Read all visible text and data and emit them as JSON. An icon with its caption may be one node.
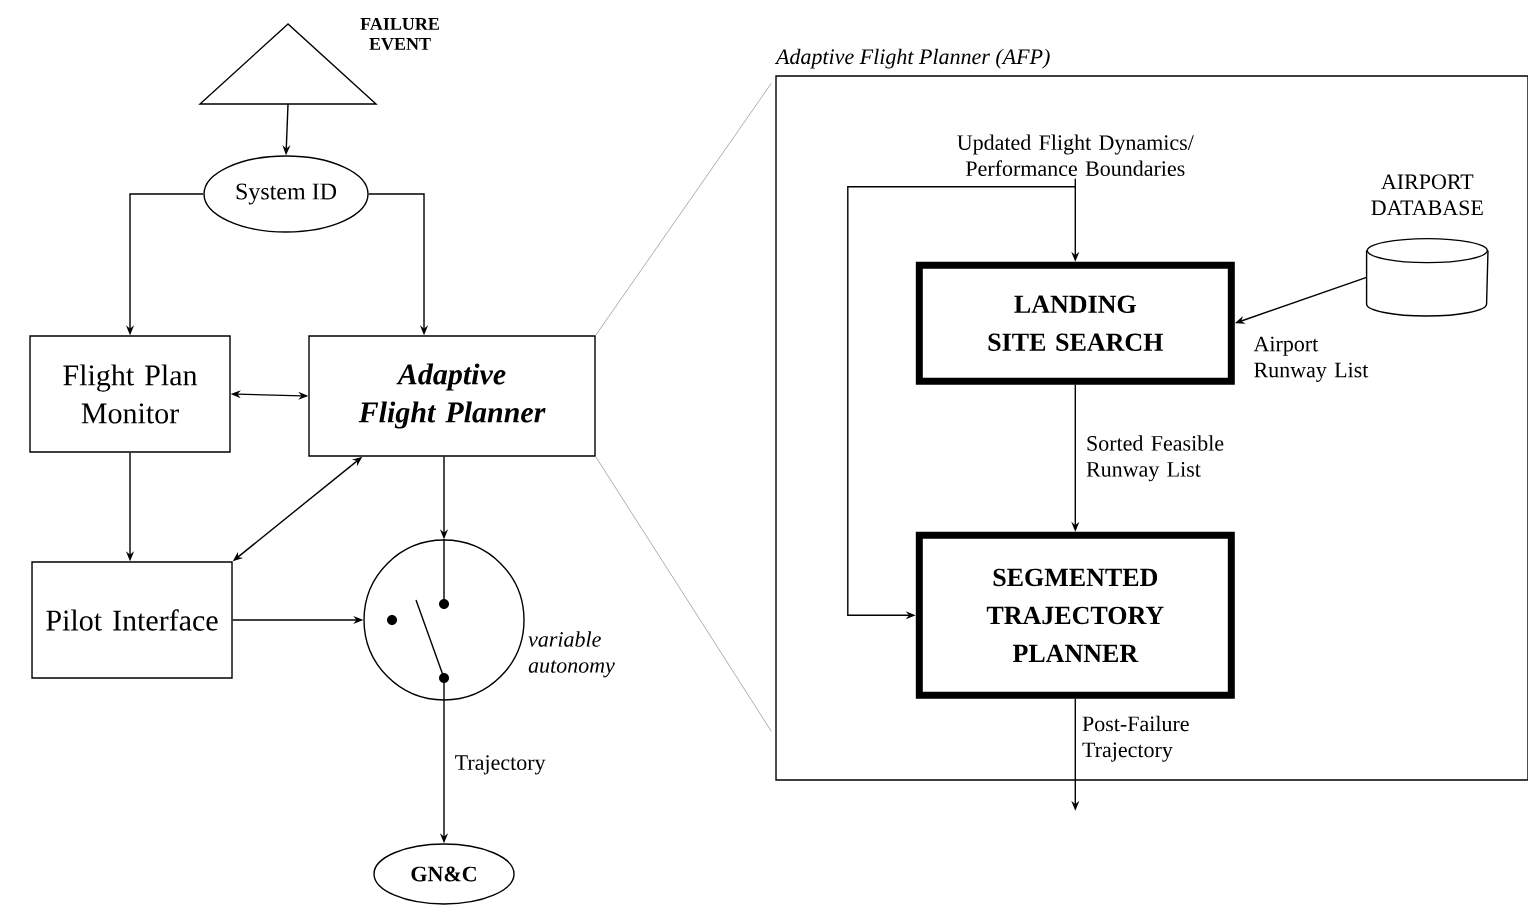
{
  "diagram": {
    "nodes": [
      {
        "text": [
          "FAILURE EVENT"
        ]
      },
      {
        "text": [
          "System ID"
        ]
      },
      {
        "text": [
          "Flight Plan Monitor"
        ]
      },
      {
        "text": [
          "Adaptive Flight Planner"
        ]
      },
      {
        "text": [
          "Pilot Interface"
        ]
      },
      {
        "text": [],
        "shape": "circle",
        "beside": [
          "variable autonomy"
        ]
      },
      {
        "text": [
          "GN&C"
        ]
      },
      {
        "text": [
          "Adaptive Flight Planner (AFP)"
        ]
      },
      {
        "text": [
          "Updated Flight Dynamics/ Performance Boundaries"
        ],
        "in": 7
      },
      {
        "text": [
          "LANDING SITE SEARCH"
        ],
        "in": 7
      },
      {
        "text": [
          "AIRPORT DATABASE"
        ],
        "in": 7
      },
      {
        "text": [
          "SEGMENTED TRAJECTORY PLANNER"
        ],
        "in": 7
      }
    ],
    "edges": [
      {
        "from": 0,
        "to": 1,
        "arrow": "to"
      },
      {
        "from": 1,
        "to": 2,
        "arrow": "to"
      },
      {
        "from": 1,
        "to": 3,
        "arrow": "to"
      },
      {
        "from": 2,
        "to": 3,
        "arrow": "both"
      },
      {
        "from": 2,
        "to": 4,
        "arrow": "to"
      },
      {
        "from": 4,
        "to": 3,
        "arrow": "both"
      },
      {
        "from": 3,
        "to": 5,
        "arrow": "to"
      },
      {
        "from": 4,
        "to": 5,
        "arrow": "to"
      },
      {
        "from": 5,
        "to": 6,
        "arrow": "to",
        "label": "Trajectory"
      },
      {
        "from": 8,
        "to": 9,
        "arrow": "to"
      },
      {
        "from": 8,
        "to": 11,
        "arrow": "to"
      },
      {
        "from": 10,
        "to": 9,
        "arrow": "to",
        "label": "Airport Runway List"
      },
      {
        "from": 9,
        "to": 11,
        "arrow": "to",
        "label": "Sorted Feasible Runway List"
      },
      {
        "from": 11,
        "to": null,
        "arrow": "to",
        "label": "Post-Failure Trajectory"
      },
      {
        "from": 3,
        "to": 7,
        "arrow": "none",
        "color": "#999999"
      },
      {
        "from": 3,
        "to": 7,
        "arrow": "none",
        "color": "#999999"
      }
    ]
  }
}
